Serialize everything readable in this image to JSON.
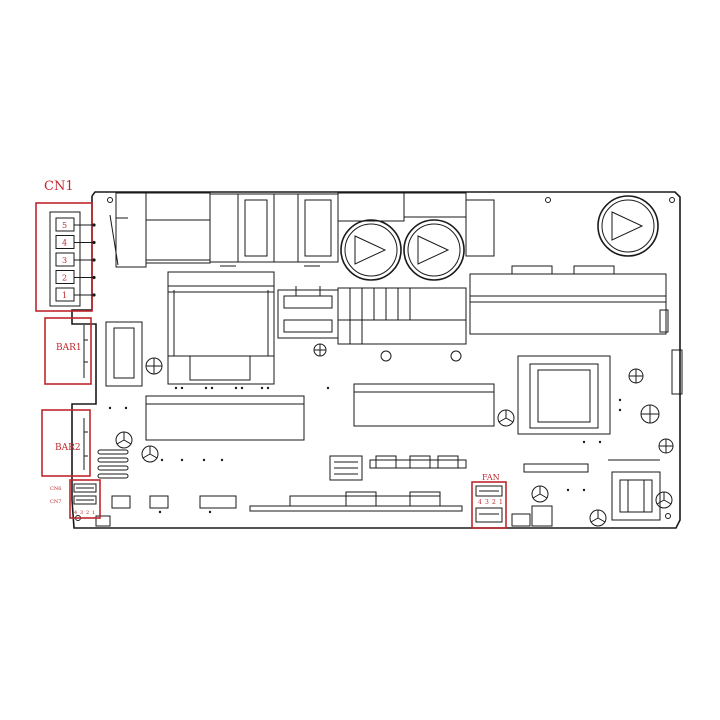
{
  "labels": {
    "cn1": "CN1",
    "bar1": "BAR1",
    "bar2": "BAR2",
    "cn6": "CN6",
    "cn7": "CN7",
    "fan": "FAN"
  },
  "cn1_pins": [
    "5",
    "4",
    "3",
    "2",
    "1"
  ],
  "cn7_pins": [
    "4",
    "3",
    "2",
    "1"
  ],
  "fan_pins": [
    "4",
    "3",
    "2",
    "1"
  ],
  "colors": {
    "highlight": "#c0272d",
    "line": "#1a1a1a",
    "background": "#ffffff"
  }
}
